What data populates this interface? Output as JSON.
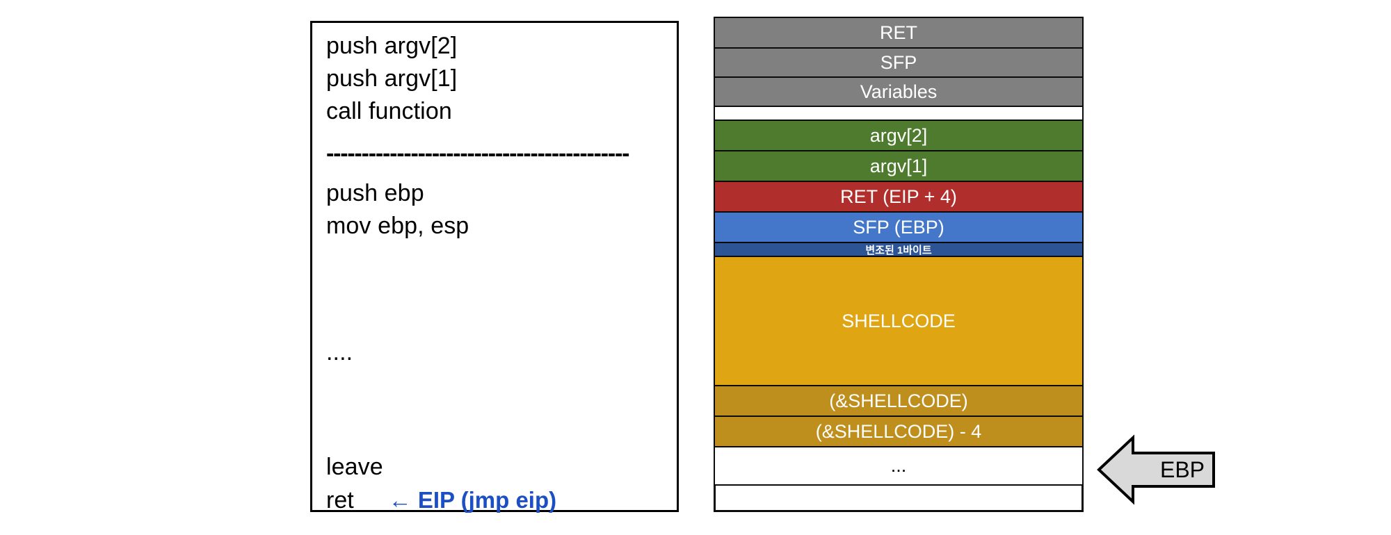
{
  "code_panel": {
    "name": "function-assembly-listing",
    "caller_lines": [
      "push argv[2]",
      "push argv[1]",
      "call function"
    ],
    "separator": "-------------------------------------------",
    "prologue_lines": [
      "push ebp",
      "mov ebp, esp"
    ],
    "ellipsis": "....",
    "leave": "leave",
    "ret": "ret",
    "eip_annotation": "← EIP (jmp eip)",
    "eip_color": "#1D4FC4"
  },
  "stack_panel": {
    "name": "stack-layout-diagram",
    "rows": [
      {
        "label": "RET",
        "color_name": "gray",
        "hex": "#808080",
        "height": 46
      },
      {
        "label": "SFP",
        "color_name": "gray",
        "hex": "#808080",
        "height": 44
      },
      {
        "label": "Variables",
        "color_name": "gray",
        "hex": "#808080",
        "height": 44
      },
      {
        "label": "",
        "color_name": "white",
        "hex": "#FFFFFF",
        "height": 22
      },
      {
        "label": "argv[2]",
        "color_name": "green",
        "hex": "#4E7B2E",
        "height": 46
      },
      {
        "label": "argv[1]",
        "color_name": "green",
        "hex": "#4E7B2E",
        "height": 46
      },
      {
        "label": "RET (EIP + 4)",
        "color_name": "red",
        "hex": "#B02F2C",
        "height": 46
      },
      {
        "label": "SFP (EBP)",
        "color_name": "blue",
        "hex": "#4477CA",
        "height": 46
      },
      {
        "label": "변조된 1바이트",
        "color_name": "navy",
        "hex": "#2D5596",
        "height": 22
      },
      {
        "label": "SHELLCODE",
        "color_name": "gold",
        "hex": "#DFA513",
        "height": 188
      },
      {
        "label": "(&SHELLCODE)",
        "color_name": "darkgold",
        "hex": "#BF8F1E",
        "height": 46
      },
      {
        "label": "(&SHELLCODE) - 4",
        "color_name": "darkgold",
        "hex": "#BF8F1E",
        "height": 46
      },
      {
        "label": "...",
        "color_name": "white",
        "hex": "#FFFFFF",
        "height": 57
      }
    ]
  },
  "ebp_callout": {
    "label": "EBP",
    "fill": "#D9D9D9",
    "stroke": "#000000"
  }
}
